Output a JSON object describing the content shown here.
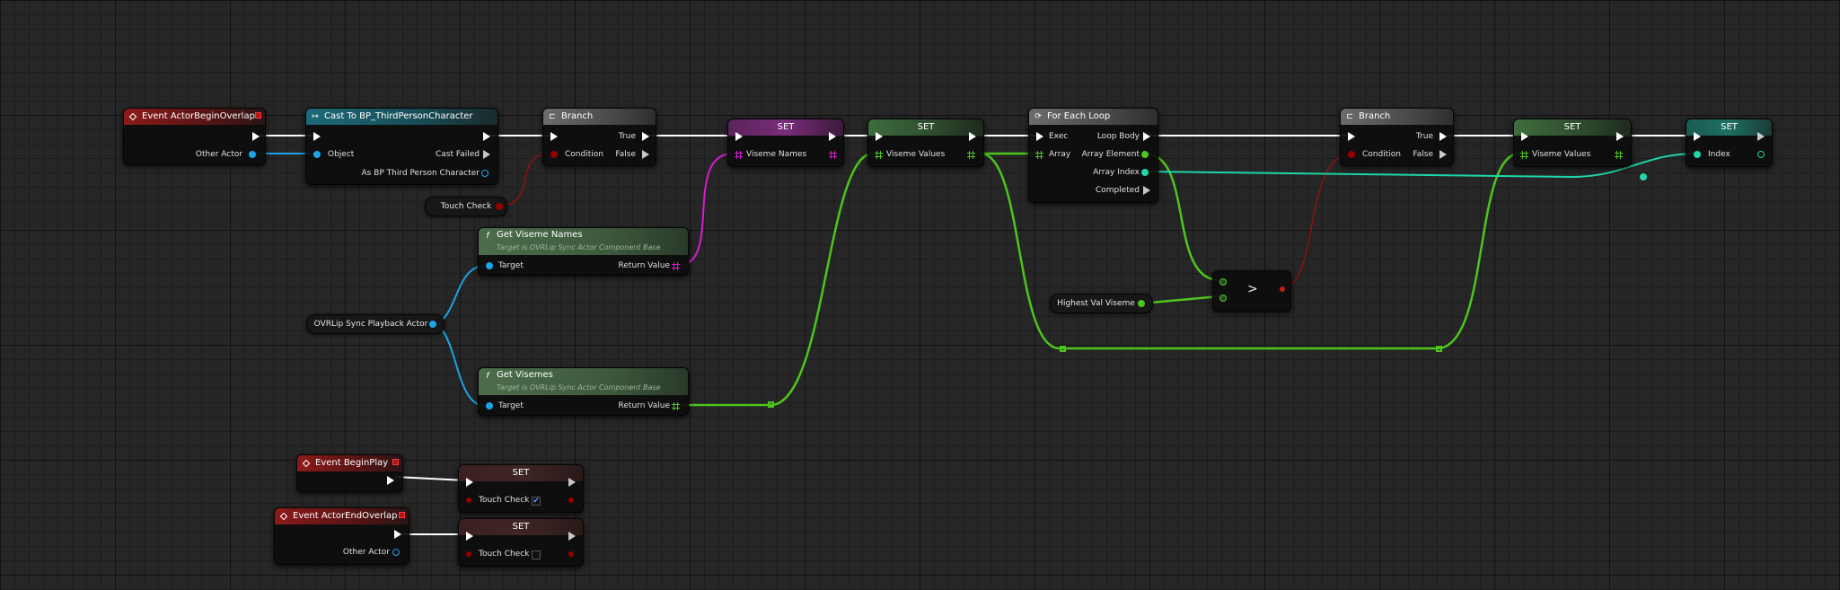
{
  "nodes": {
    "event_begin_overlap": {
      "title": "Event ActorBeginOverlap",
      "other_actor": "Other Actor"
    },
    "cast": {
      "title": "Cast To BP_ThirdPersonCharacter",
      "object": "Object",
      "cast_failed": "Cast Failed",
      "as_bp": "As BP Third Person Character"
    },
    "branch1": {
      "title": "Branch",
      "condition": "Condition",
      "true": "True",
      "false": "False"
    },
    "set_viseme_names": {
      "title": "SET",
      "pin": "Viseme Names"
    },
    "set_viseme_values": {
      "title": "SET",
      "pin": "Viseme Values"
    },
    "for_each": {
      "title": "For Each Loop",
      "exec": "Exec",
      "array": "Array",
      "loop_body": "Loop Body",
      "array_element": "Array Element",
      "array_index": "Array Index",
      "completed": "Completed"
    },
    "branch2": {
      "title": "Branch",
      "condition": "Condition",
      "true": "True",
      "false": "False"
    },
    "set_viseme_values2": {
      "title": "SET",
      "pin": "Viseme Values"
    },
    "set_index": {
      "title": "SET",
      "pin": "Index"
    },
    "touch_check_getter": {
      "label": "Touch Check"
    },
    "get_viseme_names": {
      "title": "Get Viseme Names",
      "subtitle": "Target is OVRLip Sync Actor Component Base",
      "target": "Target",
      "return_value": "Return Value"
    },
    "get_visemes": {
      "title": "Get Visemes",
      "subtitle": "Target is OVRLip Sync Actor Component Base",
      "target": "Target",
      "return_value": "Return Value"
    },
    "ovr_playback_actor": {
      "label": "OVRLip Sync Playback Actor"
    },
    "highest_val_viseme": {
      "label": "Highest Val Viseme"
    },
    "greater_than": {
      "symbol": ">"
    },
    "event_begin_play": {
      "title": "Event BeginPlay"
    },
    "set_touch_true": {
      "title": "SET",
      "pin": "Touch Check",
      "checked": "✔"
    },
    "event_end_overlap": {
      "title": "Event ActorEndOverlap",
      "other_actor": "Other Actor"
    },
    "set_touch_false": {
      "title": "SET",
      "pin": "Touch Check"
    }
  },
  "colors": {
    "exec": "#ffffff",
    "object": "#1ea4e6",
    "boolean": "#950000",
    "name_array": "#d41ecf",
    "float": "#4ec51d",
    "integer": "#1ed6a8"
  }
}
